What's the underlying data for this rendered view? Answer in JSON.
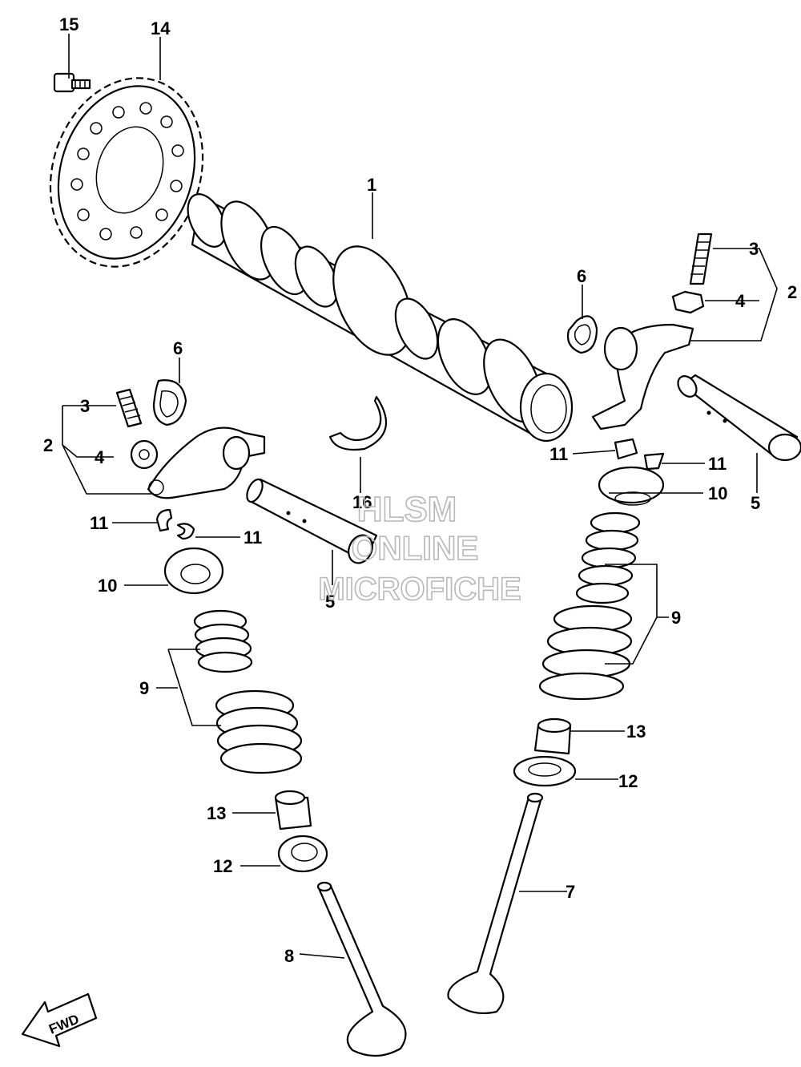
{
  "callouts": {
    "c1": "1",
    "c2_left": "2",
    "c2_right": "2",
    "c3_left": "3",
    "c3_right": "3",
    "c4_left": "4",
    "c4_right": "4",
    "c5_left": "5",
    "c5_right": "5",
    "c6_left": "6",
    "c6_right": "6",
    "c7": "7",
    "c8": "8",
    "c9_left": "9",
    "c9_right": "9",
    "c10_left": "10",
    "c10_right": "10",
    "c11_left_a": "11",
    "c11_left_b": "11",
    "c11_right_a": "11",
    "c11_right_b": "11",
    "c12_left": "12",
    "c12_right": "12",
    "c13_left": "13",
    "c13_right": "13",
    "c14": "14",
    "c15": "15",
    "c16": "16"
  },
  "watermark": {
    "line1": "HLSM",
    "line2": "ONLINE",
    "line3": "MICROFICHE"
  },
  "fwd_label": "FWD"
}
